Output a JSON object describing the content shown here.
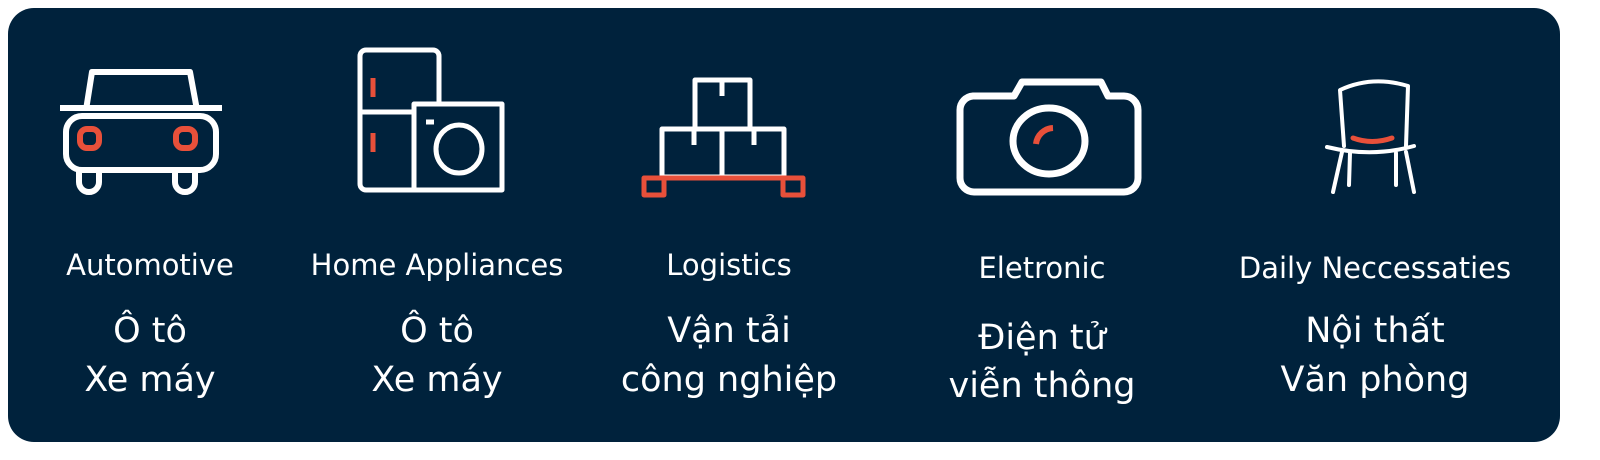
{
  "colors": {
    "background": "#00223c",
    "accent": "#e8503a",
    "foreground": "#ffffff"
  },
  "categories": [
    {
      "icon": "car-icon",
      "label": "Automotive",
      "lines": [
        "Ô tô",
        "Xe máy"
      ]
    },
    {
      "icon": "home-appliances-icon",
      "label": "Home Appliances",
      "lines": [
        "Ô tô",
        "Xe máy"
      ]
    },
    {
      "icon": "boxes-pallet-icon",
      "label": "Logistics",
      "lines": [
        "Vận tải",
        "công nghiệp"
      ]
    },
    {
      "icon": "camera-icon",
      "label": "Eletronic",
      "lines": [
        "Điện tử",
        "viễn thông"
      ]
    },
    {
      "icon": "chair-icon",
      "label": "Daily Neccessaties",
      "lines": [
        "Nội thất",
        "Văn phòng"
      ]
    }
  ]
}
